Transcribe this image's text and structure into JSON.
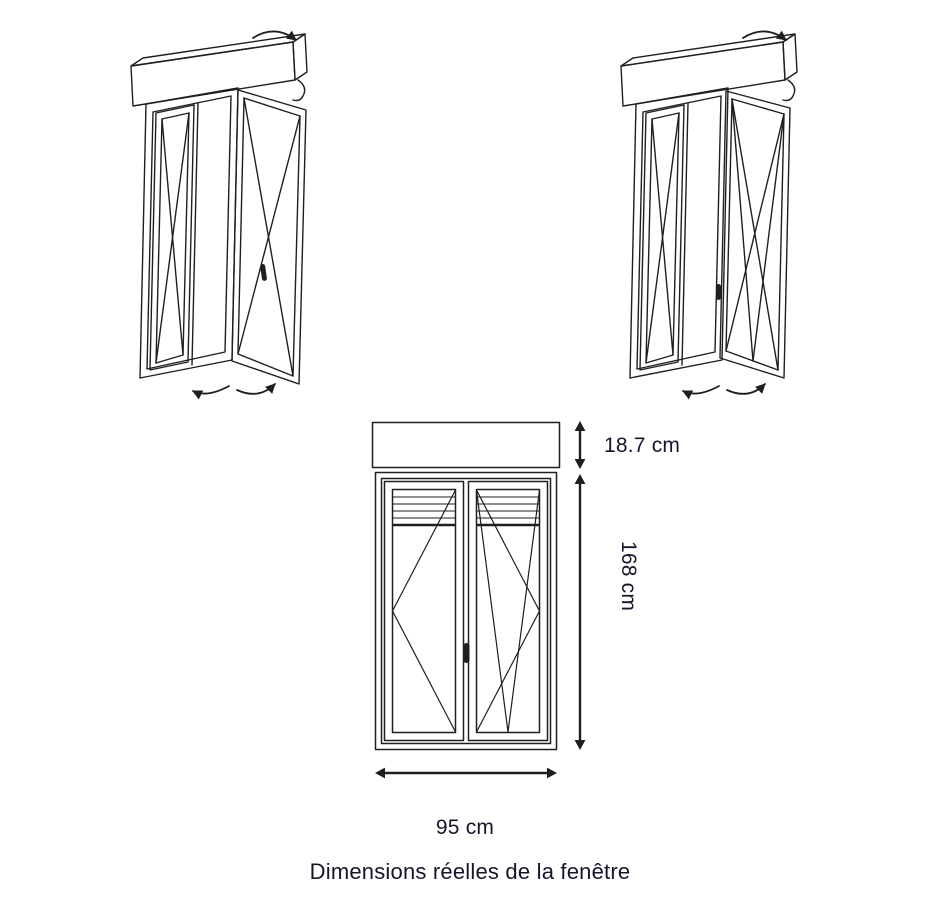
{
  "figure": {
    "caption": "Dimensions réelles de la fenêtre",
    "dimensions": {
      "shutter_box_height": "18.7 cm",
      "window_height": "168 cm",
      "window_width": "95 cm"
    },
    "colors": {
      "line": "#1f1f1f",
      "text": "#14172b",
      "background": "#ffffff"
    },
    "icons": {
      "shutter_roll_arrow": "curved-arrow",
      "swing_arrows": "curved-double-arrows",
      "dimension_arrows": "double-headed-arrows"
    }
  }
}
